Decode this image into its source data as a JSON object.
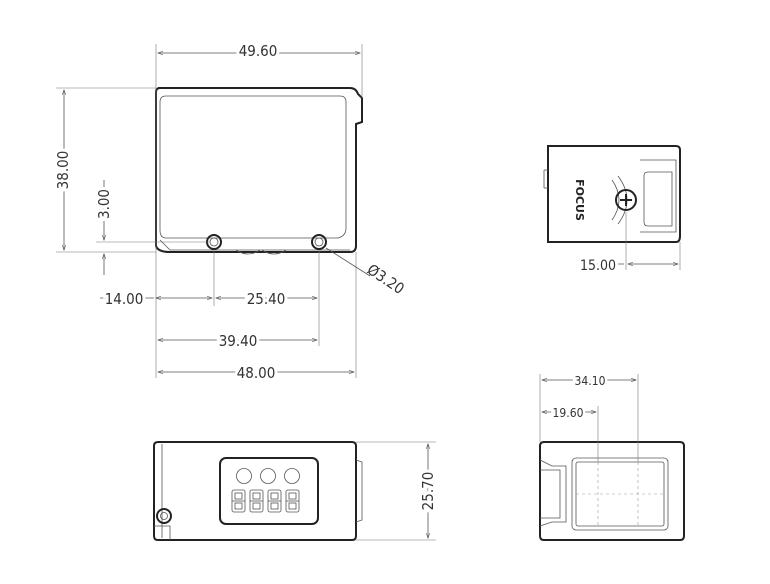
{
  "drawing": {
    "front_view": {
      "width_top": "49.60",
      "height": "38.00",
      "hole_offset": "3.00",
      "hole_left_x": "14.00",
      "hole_spacing": "25.40",
      "hole_right_x": "39.40",
      "width_bottom": "48.00",
      "hole_diameter": "Ø3.20"
    },
    "side_view": {
      "focus_label": "FOCUS",
      "focus_offset": "15.00"
    },
    "bottom_view": {
      "depth": "25.70"
    },
    "rear_view": {
      "window_offset_1": "34.10",
      "window_offset_2": "19.60"
    }
  }
}
